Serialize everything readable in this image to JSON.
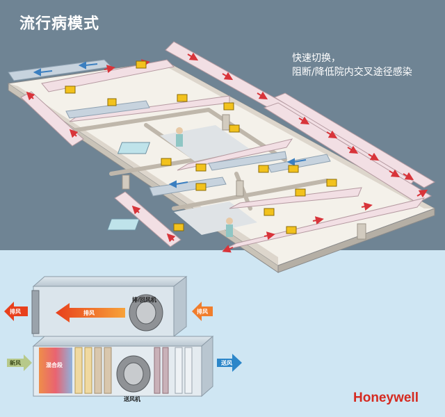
{
  "header": {
    "title": "流行病模式"
  },
  "caption": {
    "line1": "快速切换，",
    "line2": "阻断/降低院内交叉途径感染"
  },
  "ahu": {
    "exhaust_fan_label": "排/回风机",
    "exhaust_air_left_label": "排风",
    "exhaust_arrow_label": "排风",
    "exhaust_air_right_label": "排风",
    "fresh_air_label": "新风",
    "mixing_section_label": "混合段",
    "supply_fan_label": "送风机",
    "supply_air_label": "送风"
  },
  "brand": {
    "logo_text": "Honeywell"
  },
  "colors": {
    "top_background": "#6f8494",
    "bottom_background": "#cfe6f3",
    "exhaust_arrow": "#e84a1c",
    "supply_arrow": "#2b86c9",
    "duct_pink": "#f2dfe4",
    "duct_blue": "#c7d3de",
    "brand_red": "#d52a20"
  }
}
